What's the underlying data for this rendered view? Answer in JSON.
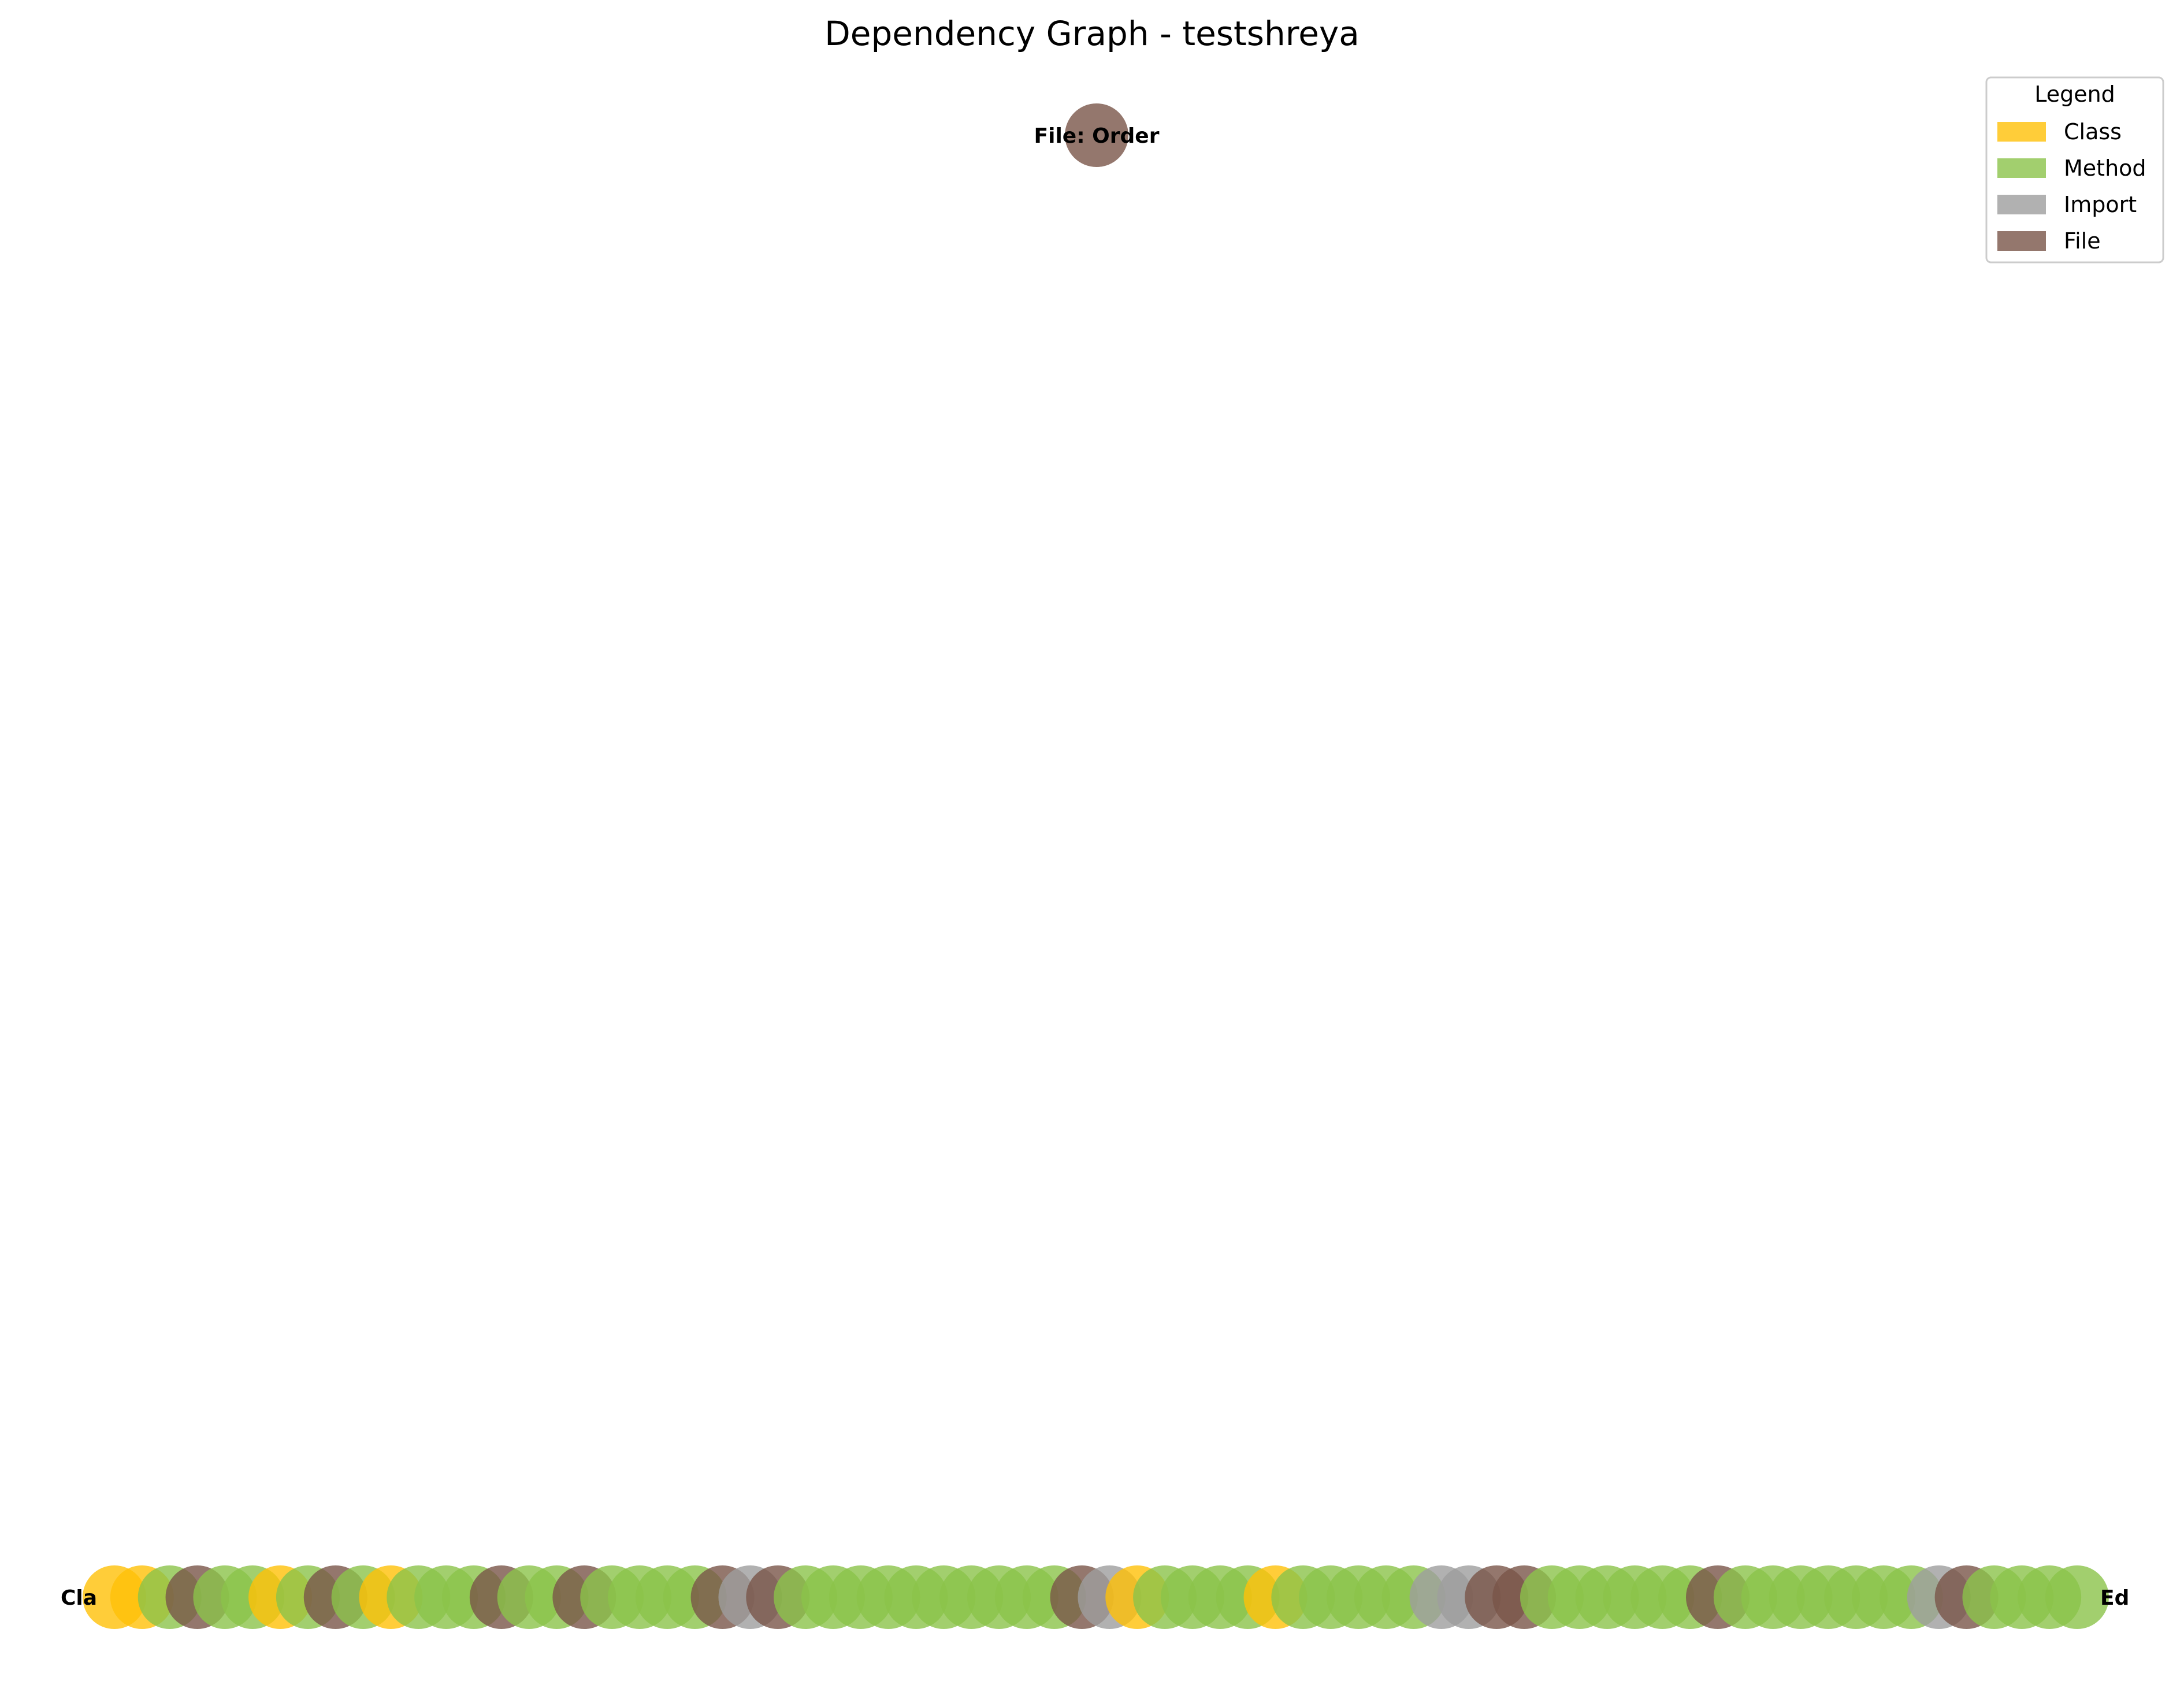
{
  "title": "Dependency Graph - testshreya",
  "legend": {
    "title": "Legend",
    "items": [
      {
        "label": "Class",
        "color": "#FFC107"
      },
      {
        "label": "Method",
        "color": "#8BC34A"
      },
      {
        "label": "Import",
        "color": "#9E9E9E"
      },
      {
        "label": "File",
        "color": "#795548"
      }
    ]
  },
  "colors": {
    "Class": "#FFC107",
    "Method": "#8BC34A",
    "Import": "#9E9E9E",
    "File": "#795548"
  },
  "top_node": {
    "type": "File",
    "label": "File: Order"
  },
  "row_nodes": [
    "Class",
    "Class",
    "Method",
    "File",
    "Method",
    "Method",
    "Class",
    "Method",
    "File",
    "Method",
    "Class",
    "Method",
    "Method",
    "Method",
    "File",
    "Method",
    "Method",
    "File",
    "Method",
    "Method",
    "Method",
    "Method",
    "File",
    "Import",
    "File",
    "Method",
    "Method",
    "Method",
    "Method",
    "Method",
    "Method",
    "Method",
    "Method",
    "Method",
    "Method",
    "File",
    "Import",
    "Class",
    "Method",
    "Method",
    "Method",
    "Method",
    "Class",
    "Method",
    "Method",
    "Method",
    "Method",
    "Method",
    "Import",
    "Import",
    "File",
    "File",
    "Method",
    "Method",
    "Method",
    "Method",
    "Method",
    "Method",
    "File",
    "Method",
    "Method",
    "Method",
    "Method",
    "Method",
    "Method",
    "Method",
    "Import",
    "File",
    "Method",
    "Method",
    "Method",
    "Method"
  ],
  "row_labels": [
    {
      "text": "Cla",
      "anchor": "end",
      "idx": 0
    },
    {
      "text": "Ed",
      "anchor": "start",
      "idx": 71
    }
  ]
}
